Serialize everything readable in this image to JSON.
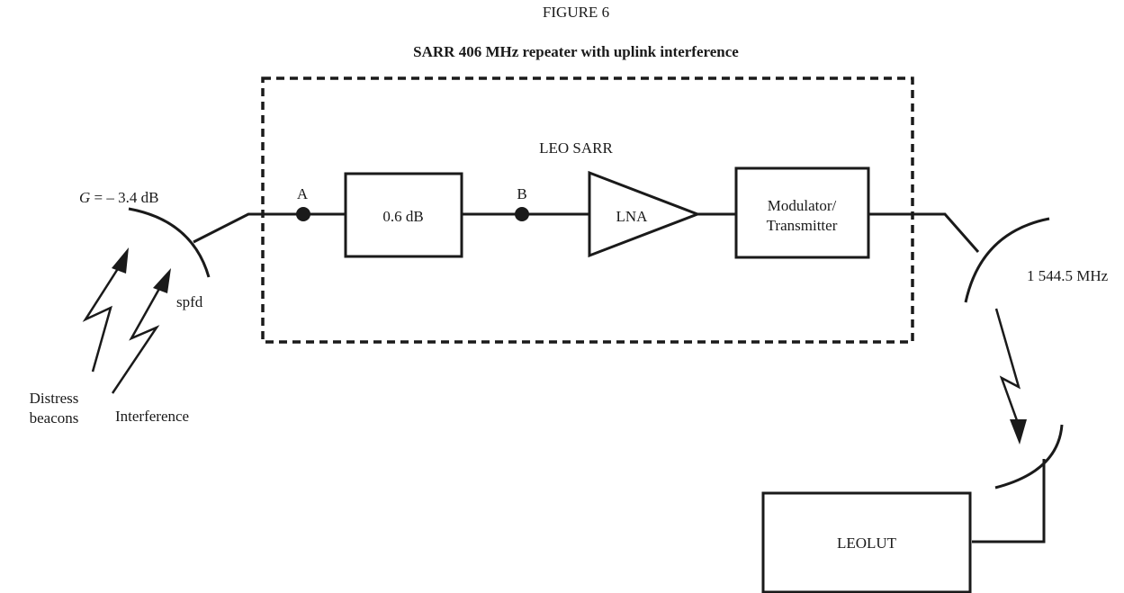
{
  "figure": {
    "number": "FIGURE 6",
    "title": "SARR 406 MHz repeater with uplink interference"
  },
  "payload": {
    "label": "LEO SARR",
    "attenuator_label": "0.6 dB",
    "lna_label": "LNA",
    "modulator_line1": "Modulator/",
    "modulator_line2": "Transmitter",
    "point_a": "A",
    "point_b": "B"
  },
  "receive_antenna": {
    "gain_italic": "G",
    "gain_value": " = – 3.4 dB",
    "spfd_label": "spfd"
  },
  "sources": {
    "distress_line1": "Distress",
    "distress_line2": "beacons",
    "interference": "Interference"
  },
  "downlink": {
    "frequency": "1 544.5 MHz"
  },
  "ground": {
    "leolut": "LEOLUT"
  }
}
